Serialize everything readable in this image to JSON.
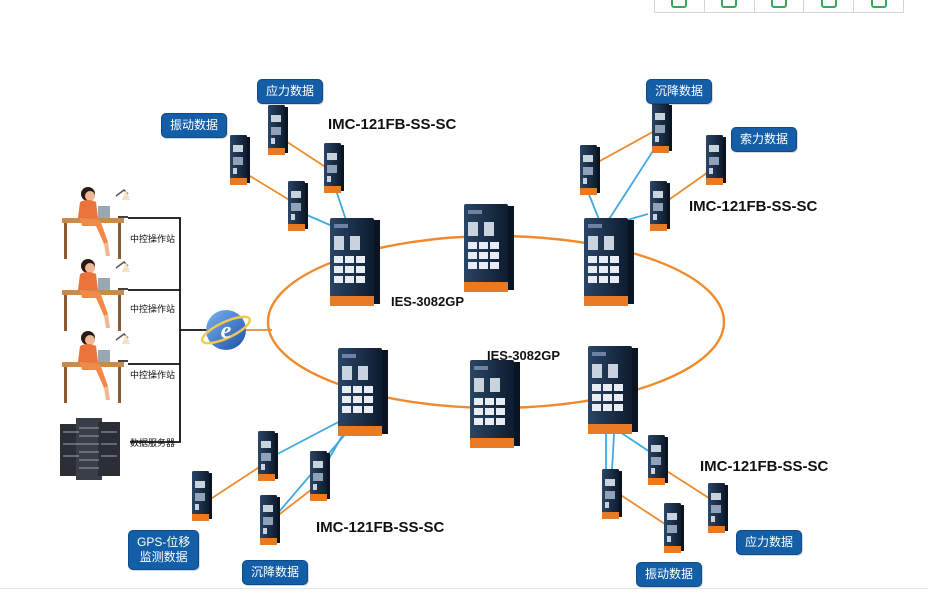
{
  "labels": {
    "stress_top": "应力数据",
    "vibration_top": "振动数据",
    "settlement_top": "沉降数据",
    "cable_force": "索力数据",
    "gps_line1": "GPS-位移",
    "gps_line2": "监测数据",
    "settlement_bottom": "沉降数据",
    "vibration_bottom": "振动数据",
    "stress_bottom": "应力数据"
  },
  "models": {
    "imc_top_left": "IMC-121FB-SS-SC",
    "imc_top_right": "IMC-121FB-SS-SC",
    "imc_bottom_right": "IMC-121FB-SS-SC",
    "imc_bottom_center": "IMC-121FB-SS-SC",
    "ies_left": "IES-3082GP",
    "ies_center": "IES-3082GP"
  },
  "stations": {
    "s1": "中控操作站",
    "s2": "中控操作站",
    "s3": "中控操作站",
    "server": "数据服务器"
  },
  "colors": {
    "ring": "#ef8a2c",
    "fiber": "#ef8a2c",
    "ethernet": "#3fa9e0",
    "tag_bg": "#145ea8",
    "device": "#1f3550"
  }
}
